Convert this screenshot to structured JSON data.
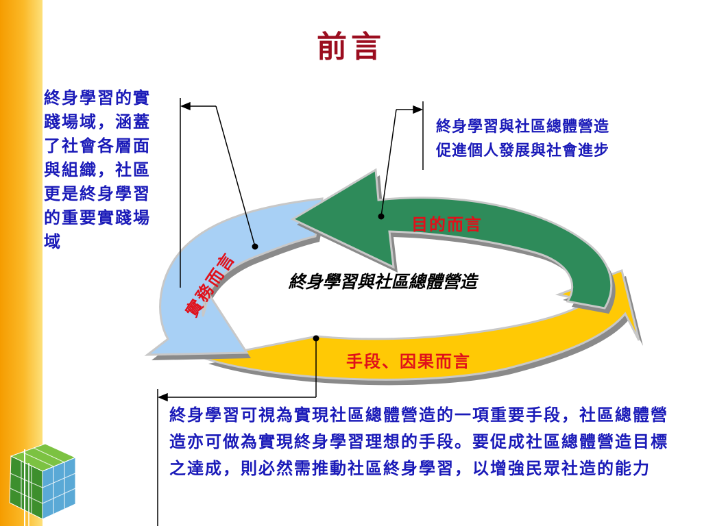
{
  "slide": {
    "title": "前言"
  },
  "annotations": {
    "left": "終身學習的實踐場域，涵蓋了社會各層面與組織，社區更是終身學習的重要實踐場域",
    "right_line1": "終身學習與社區總體營造",
    "right_line2": "促進個人發展與社會進步",
    "bottom": "終身學習可視為實現社區總體營造的一項重要手段，社區總體營造亦可做為實現終身學習理想的手段。要促成社區總體營造目標之達成，則必然需推動社區終身學習，以增強民眾社造的能力"
  },
  "cycle": {
    "center_label": "終身學習與社區總體營造",
    "green_label": "目的而言",
    "blue_label": "實務而言",
    "yellow_label": "手段、因果而言"
  },
  "colors": {
    "title": "#9b0d1f",
    "annotation_text": "#1a1ab8",
    "label_red": "#e0101a",
    "arrow_green": "#2e8b5a",
    "arrow_blue": "#a8d0f5",
    "arrow_yellow": "#ffc905",
    "sidebar_orange": "#f7a400"
  }
}
